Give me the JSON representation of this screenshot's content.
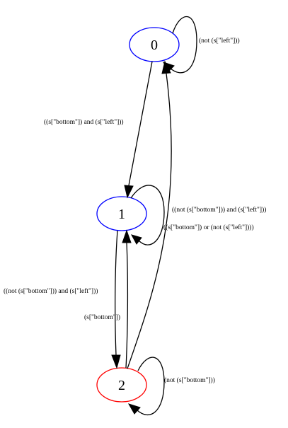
{
  "nodes": [
    {
      "id": "0",
      "label": "0",
      "color": "#0000ff"
    },
    {
      "id": "1",
      "label": "1",
      "color": "#0000ff"
    },
    {
      "id": "2",
      "label": "2",
      "color": "#ff0000"
    }
  ],
  "edges": [
    {
      "from": "0",
      "to": "0",
      "label": "(not (s[\"left\"]))"
    },
    {
      "from": "0",
      "to": "1",
      "label": "((s[\"bottom\"])  and  (s[\"left\"]))"
    },
    {
      "from": "2",
      "to": "0",
      "label": "((not (s[\"bottom\"]))  and  (s[\"left\"]))"
    },
    {
      "from": "1",
      "to": "1",
      "label": "((s[\"bottom\"])  or  (not (s[\"left\"])))"
    },
    {
      "from": "1",
      "to": "2",
      "label": "((not (s[\"bottom\"]))  and  (s[\"left\"]))"
    },
    {
      "from": "2",
      "to": "1",
      "label": "(s[\"bottom\"])"
    },
    {
      "from": "2",
      "to": "2",
      "label": "(not (s[\"bottom\"]))"
    }
  ]
}
